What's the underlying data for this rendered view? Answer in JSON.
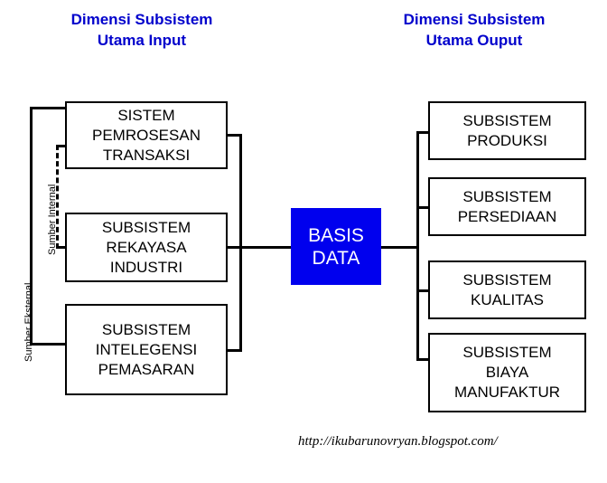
{
  "diagram": {
    "titles": {
      "input": "Dimensi Subsistem\nUtama Input",
      "output": "Dimensi Subsistem\nUtama Ouput"
    },
    "side_labels": {
      "external": "Sumber Eksternal",
      "internal": "Sumber Internal"
    },
    "input_boxes": [
      {
        "label": "SISTEM\nPEMROSESAN\nTRANSAKSI"
      },
      {
        "label": "SUBSISTEM\nREKAYASA\nINDUSTRI"
      },
      {
        "label": "SUBSISTEM\nINTELEGENSI\nPEMASARAN"
      }
    ],
    "database": {
      "label": "BASIS\nDATA"
    },
    "output_boxes": [
      {
        "label": "SUBSISTEM\nPRODUKSI"
      },
      {
        "label": "SUBSISTEM\nPERSEDIAAN"
      },
      {
        "label": "SUBSISTEM\nKUALITAS"
      },
      {
        "label": "SUBSISTEM\nBIAYA\nMANUFAKTUR"
      }
    ],
    "footer_url": "http://ikubarunovryan.blogspot.com/",
    "colors": {
      "title": "#0000cc",
      "database_fill": "#0000ee",
      "database_text": "#ffffff",
      "stroke": "#000000",
      "background": "#ffffff"
    }
  }
}
